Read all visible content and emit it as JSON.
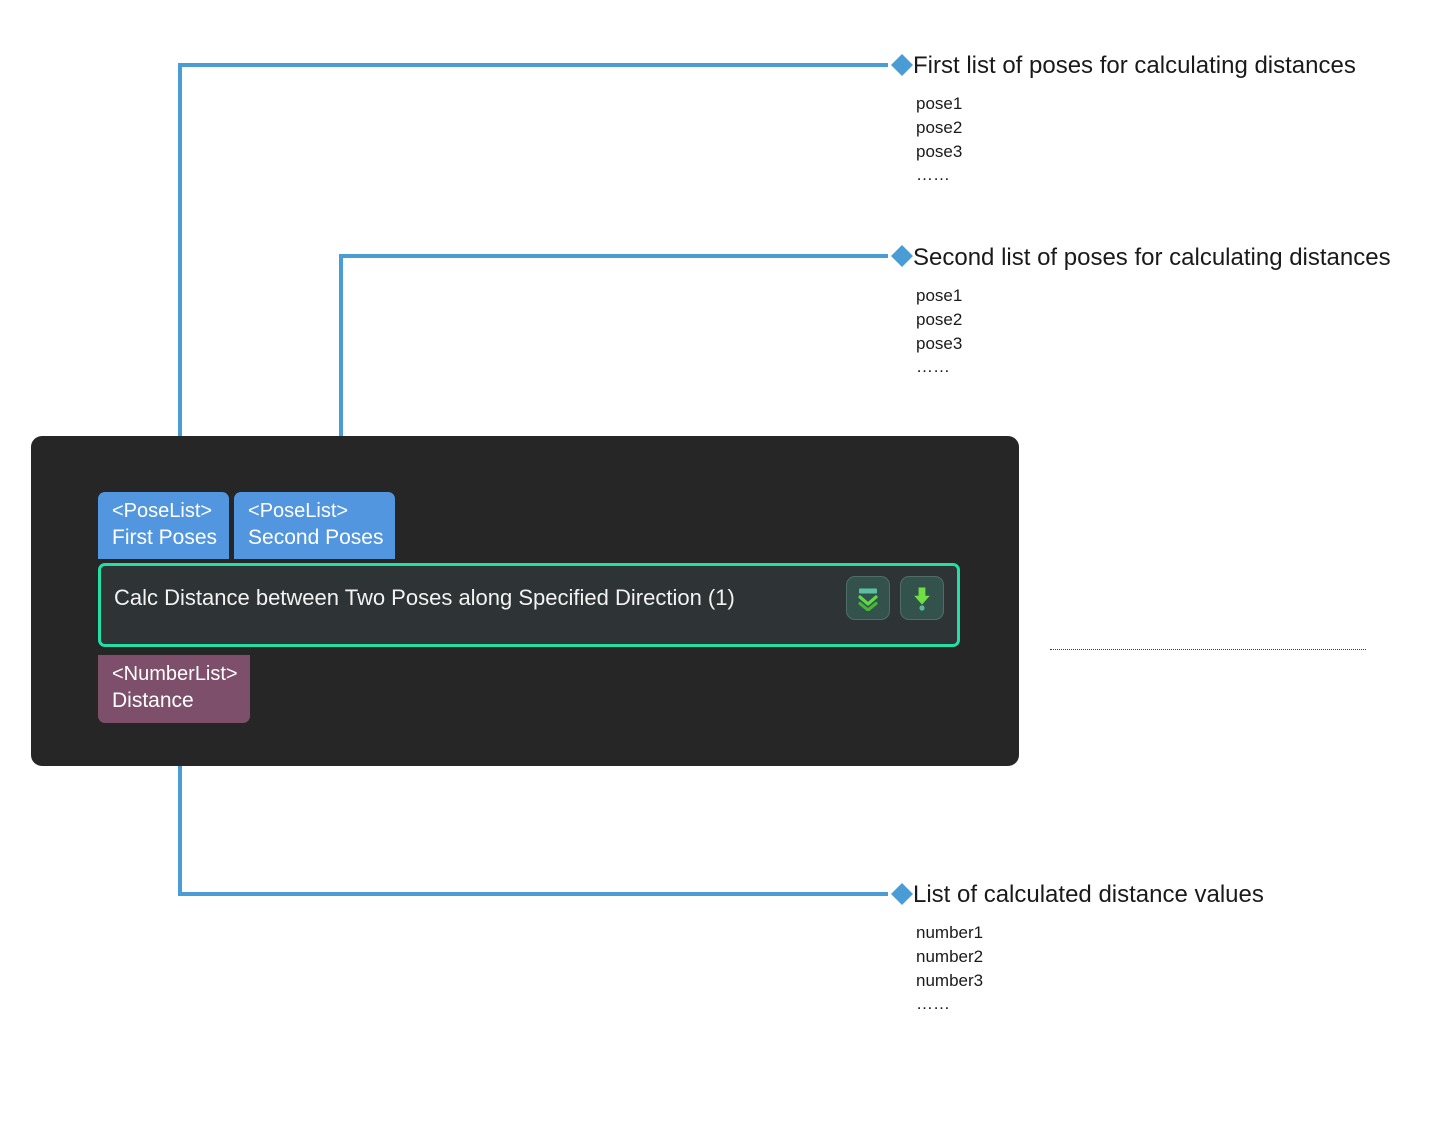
{
  "node": {
    "title": "Calc Distance between Two Poses along Specified Direction (1)",
    "border_color": "#22dfa5",
    "background_color": "#262626",
    "title_background": "#2e3436",
    "inputs": [
      {
        "type": "<PoseList>",
        "name": "First Poses",
        "color": "#5296e0"
      },
      {
        "type": "<PoseList>",
        "name": "Second Poses",
        "color": "#5296e0"
      }
    ],
    "outputs": [
      {
        "type": "<NumberList>",
        "name": "Distance",
        "color": "#7d4f6a"
      }
    ],
    "actions": [
      {
        "icon": "collapse-double-chevron-down-icon",
        "color": "#6fe0a8"
      },
      {
        "icon": "arrow-down-exclamation-icon",
        "color": "#6ee046"
      }
    ]
  },
  "annotations": [
    {
      "id": "first-poses",
      "title": "First list of poses for calculating distances",
      "items": [
        "pose1",
        "pose2",
        "pose3",
        "……"
      ],
      "marker_color": "#4a9dd4"
    },
    {
      "id": "second-poses",
      "title": "Second list of poses for calculating distances",
      "items": [
        "pose1",
        "pose2",
        "pose3",
        "……"
      ],
      "marker_color": "#4a9dd4"
    },
    {
      "id": "distance-output",
      "title": "List of calculated distance values",
      "items": [
        "number1",
        "number2",
        "number3",
        "……"
      ],
      "marker_color": "#4a9dd4"
    }
  ],
  "connector_color": "#4a9dd4"
}
